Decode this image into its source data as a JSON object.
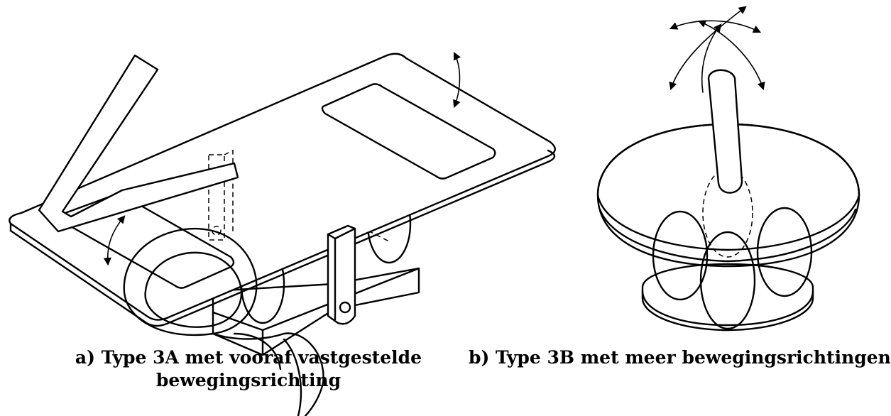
{
  "captions": {
    "a_line1": "a) Type 3A met vooraf vastgestelde",
    "a_line2": "bewegingsrichting",
    "b": "b) Type 3B met meer bewegingsrichtingen"
  },
  "colors": {
    "line": "#000000",
    "background": "#ffffff"
  }
}
